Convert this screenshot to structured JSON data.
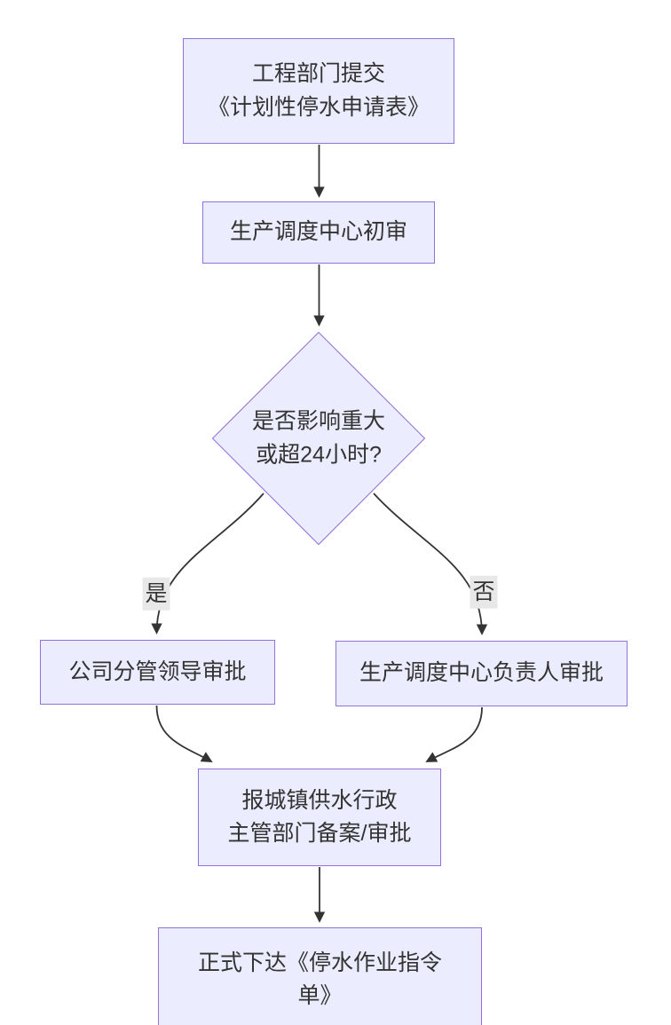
{
  "diagram": {
    "type": "flowchart",
    "direction": "top-down",
    "nodes": {
      "submit": {
        "line1": "工程部门提交",
        "line2": "《计划性停水申请表》"
      },
      "review": {
        "line1": "生产调度中心初审"
      },
      "decision": {
        "line1": "是否影响重大",
        "line2": "或超24小时?"
      },
      "leader": {
        "line1": "公司分管领导审批"
      },
      "center_head": {
        "line1": "生产调度中心负责人审批"
      },
      "report": {
        "line1": "报城镇供水行政",
        "line2": "主管部门备案/审批"
      },
      "issue": {
        "line1": "正式下达《停水作业指令",
        "line2": "单》"
      }
    },
    "edge_labels": {
      "yes": "是",
      "no": "否"
    },
    "colors": {
      "node_fill": "#ECECFF",
      "node_border": "#9370DB",
      "edge_stroke": "#333333",
      "text": "#333333",
      "edge_label_bg": "#e8e8e8",
      "background": "#ffffff"
    }
  }
}
